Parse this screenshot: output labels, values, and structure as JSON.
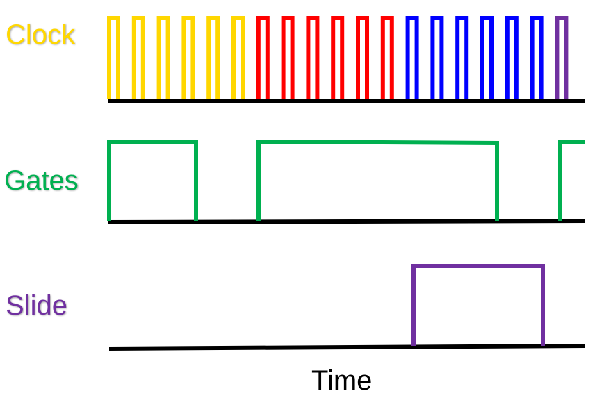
{
  "labels": {
    "clock": "Clock",
    "gates": "Gates",
    "slide": "Slide",
    "time": "Time"
  },
  "colors": {
    "clock_label": "#ffd700",
    "gates_label": "#00b050",
    "slide_label": "#7030a0",
    "baseline": "#000000",
    "gate_wave": "#00b050",
    "slide_wave": "#7030a0"
  },
  "clock": {
    "pulse_groups": [
      {
        "color": "#ffd700",
        "pulses": 6
      },
      {
        "color": "#ff0000",
        "pulses": 6
      },
      {
        "color": "#0000ff",
        "pulses": 6
      },
      {
        "color": "#7030a0",
        "pulses": 1
      }
    ]
  },
  "gates": {
    "segments": [
      {
        "high": true
      },
      {
        "high": false
      },
      {
        "high": true
      },
      {
        "high": false
      },
      {
        "high": true
      }
    ]
  },
  "slide": {
    "segments": [
      {
        "high": false
      },
      {
        "high": true
      },
      {
        "high": false
      }
    ]
  }
}
